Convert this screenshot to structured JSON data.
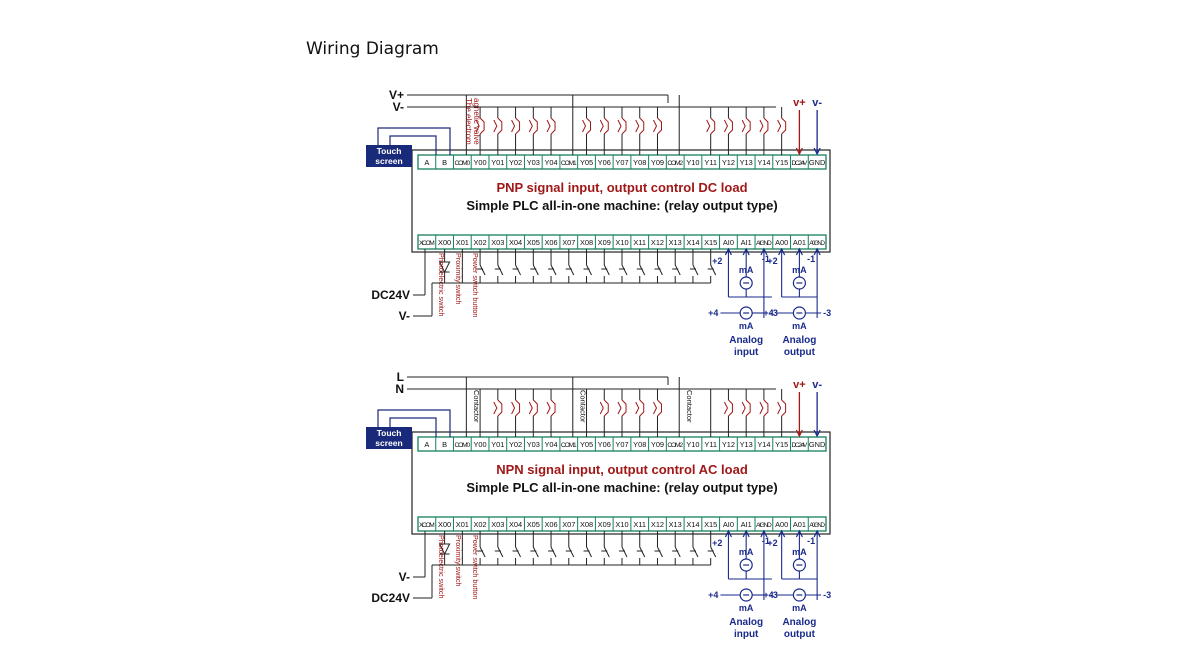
{
  "page_title": "Wiring Diagram",
  "colors": {
    "terminal_strip": "#17805e",
    "touch_screen": "#1a2a7a",
    "analog_blue": "#1a2a8c",
    "label_red": "#a01818",
    "wire": "#222222"
  },
  "top_terminals": [
    "A",
    "B",
    "COM0",
    "Y00",
    "Y01",
    "Y02",
    "Y03",
    "Y04",
    "COM1",
    "Y05",
    "Y06",
    "Y07",
    "Y08",
    "Y09",
    "COM2",
    "Y10",
    "Y11",
    "Y12",
    "Y13",
    "Y14",
    "Y15",
    "DC24V",
    "GND"
  ],
  "bottom_terminals": [
    "XCOM",
    "X00",
    "X01",
    "X02",
    "X03",
    "X04",
    "X05",
    "X06",
    "X07",
    "X08",
    "X09",
    "X10",
    "X11",
    "X12",
    "X13",
    "X14",
    "X15",
    "AI0",
    "AI1",
    "AIGND",
    "A00",
    "A01",
    "A0GND"
  ],
  "touch_screen_label": [
    "Touch",
    "screen"
  ],
  "plc_subtitle": "Simple PLC all-in-one machine: (relay output type)",
  "analog": {
    "plus2": "+2",
    "minus1": "-1",
    "plus4": "+4",
    "minus3": "-3",
    "unit": "mA",
    "input_label": [
      "Analog",
      "input"
    ],
    "output_label": [
      "Analog",
      "output"
    ]
  },
  "diagrams": [
    {
      "title": "PNP signal input, output control DC load",
      "top_rails": [
        "V+",
        "V-"
      ],
      "supply_labels": [
        "v+",
        "v-"
      ],
      "load_label_lines": [
        "The electrom",
        "agnetic valve"
      ],
      "left_rails": [
        "DC24V",
        "V-"
      ],
      "sensors": [
        "Photoelectric switch",
        "Proximity switch",
        "Power switch button"
      ]
    },
    {
      "title": "NPN signal input, output control AC load",
      "top_rails": [
        "L",
        "N"
      ],
      "supply_labels": [
        "v+",
        "v-"
      ],
      "contactor_label": "Contactor",
      "left_rails": [
        "V-",
        "DC24V"
      ],
      "sensors": [
        "Photoelectric switch",
        "Proximity switch",
        "Power switch button"
      ]
    }
  ]
}
